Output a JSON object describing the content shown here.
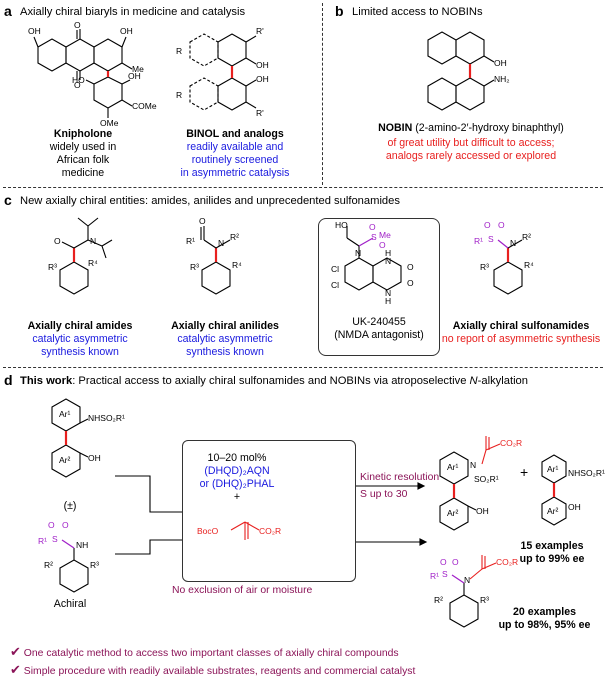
{
  "panel_a": {
    "letter": "a",
    "title": "Axially chiral biaryls in medicine and catalysis",
    "knipholone_name": "Knipholone",
    "knipholone_desc": [
      "widely used in",
      "African folk",
      "medicine"
    ],
    "binol_name": "BINOL and analogs",
    "binol_desc": [
      "readily available and",
      "routinely screened",
      "in asymmetric catalysis"
    ]
  },
  "panel_b": {
    "letter": "b",
    "title": "Limited access to NOBINs",
    "nobin_name": "NOBIN",
    "nobin_full": "(2-amino-2′-hydroxy binaphthyl)",
    "desc": [
      "of great utility but difficult to access;",
      "analogs rarely accessed or explored"
    ]
  },
  "panel_c": {
    "letter": "c",
    "title": "New axially chiral entities: amides, anilides and unprecedented sulfonamides",
    "amides_name": "Axially chiral amides",
    "amides_desc": [
      "catalytic asymmetric",
      "synthesis known"
    ],
    "anilides_name": "Axially chiral anilides",
    "anilides_desc": [
      "catalytic asymmetric",
      "synthesis known"
    ],
    "uk_name": "UK-240455",
    "uk_desc": "(NMDA antagonist)",
    "sulfon_name": "Axially chiral sulfonamides",
    "sulfon_desc": "no report of asymmetric synthesis"
  },
  "panel_d": {
    "letter": "d",
    "title_bold": "This work",
    "title_rest": ": Practical access to axially chiral sulfonamides and NOBINs via atroposelective ",
    "title_italic": "N",
    "title_end": "-alkylation",
    "racemic": "(±)",
    "achiral": "Achiral",
    "conditions": [
      "10–20 mol%"
    ],
    "catalyst1": "(DHQD)₂AQN",
    "catalyst2": "or (DHQ)₂PHAL",
    "plus": "+",
    "kr_label": "Kinetic resolution",
    "s_label": "S up to 30",
    "no_exclusion": "No exclusion of air or moisture",
    "product1_count": "15 examples",
    "product1_ee": "up to 99% ee",
    "product2_count": "20 examples",
    "product2_ee": "up to 98%, 95% ee",
    "bullets": [
      "One catalytic method to access two important classes of axially chiral compounds",
      "Simple procedure with readily available substrates, reagents and commercial catalyst"
    ]
  },
  "colors": {
    "red": "#e8201f",
    "blue": "#1a1adf",
    "purple": "#a020c8",
    "maroon": "#8b1458"
  }
}
